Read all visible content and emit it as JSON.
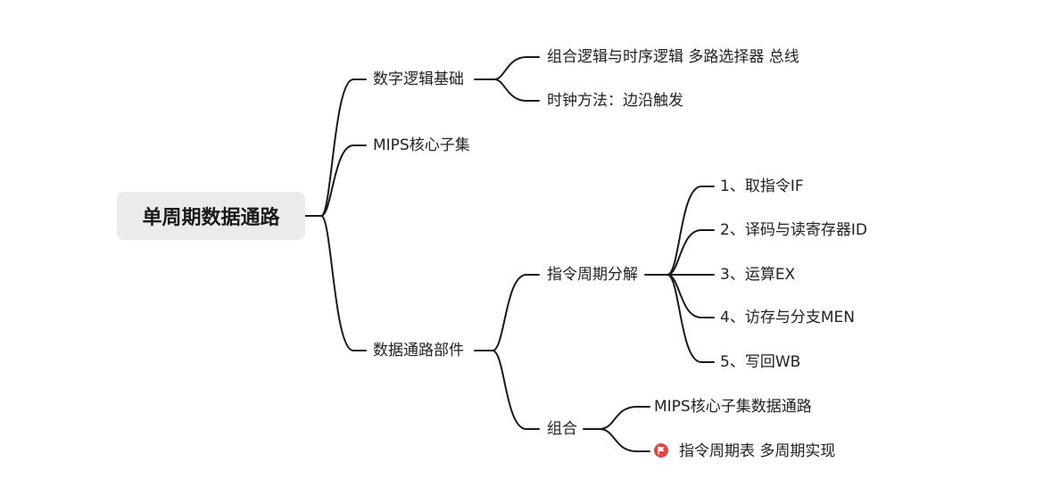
{
  "root": "单周期数据通路",
  "branches": {
    "logic": {
      "label": "数字逻辑基础",
      "children": [
        "组合逻辑与时序逻辑 多路选择器 总线",
        "时钟方法：边沿触发"
      ]
    },
    "mips": {
      "label": "MIPS核心子集"
    },
    "parts": {
      "label": "数据通路部件",
      "cycle": {
        "label": "指令周期分解",
        "children": [
          "1、取指令IF",
          "2、译码与读寄存器ID",
          "3、运算EX",
          "4、访存与分支MEN",
          "5、写回WB"
        ]
      },
      "combine": {
        "label": "组合",
        "children": [
          "MIPS核心子集数据通路",
          "指令周期表 多周期实现"
        ]
      }
    }
  },
  "icons": {
    "flag": "flag-icon",
    "flag_color": "#e64545"
  }
}
